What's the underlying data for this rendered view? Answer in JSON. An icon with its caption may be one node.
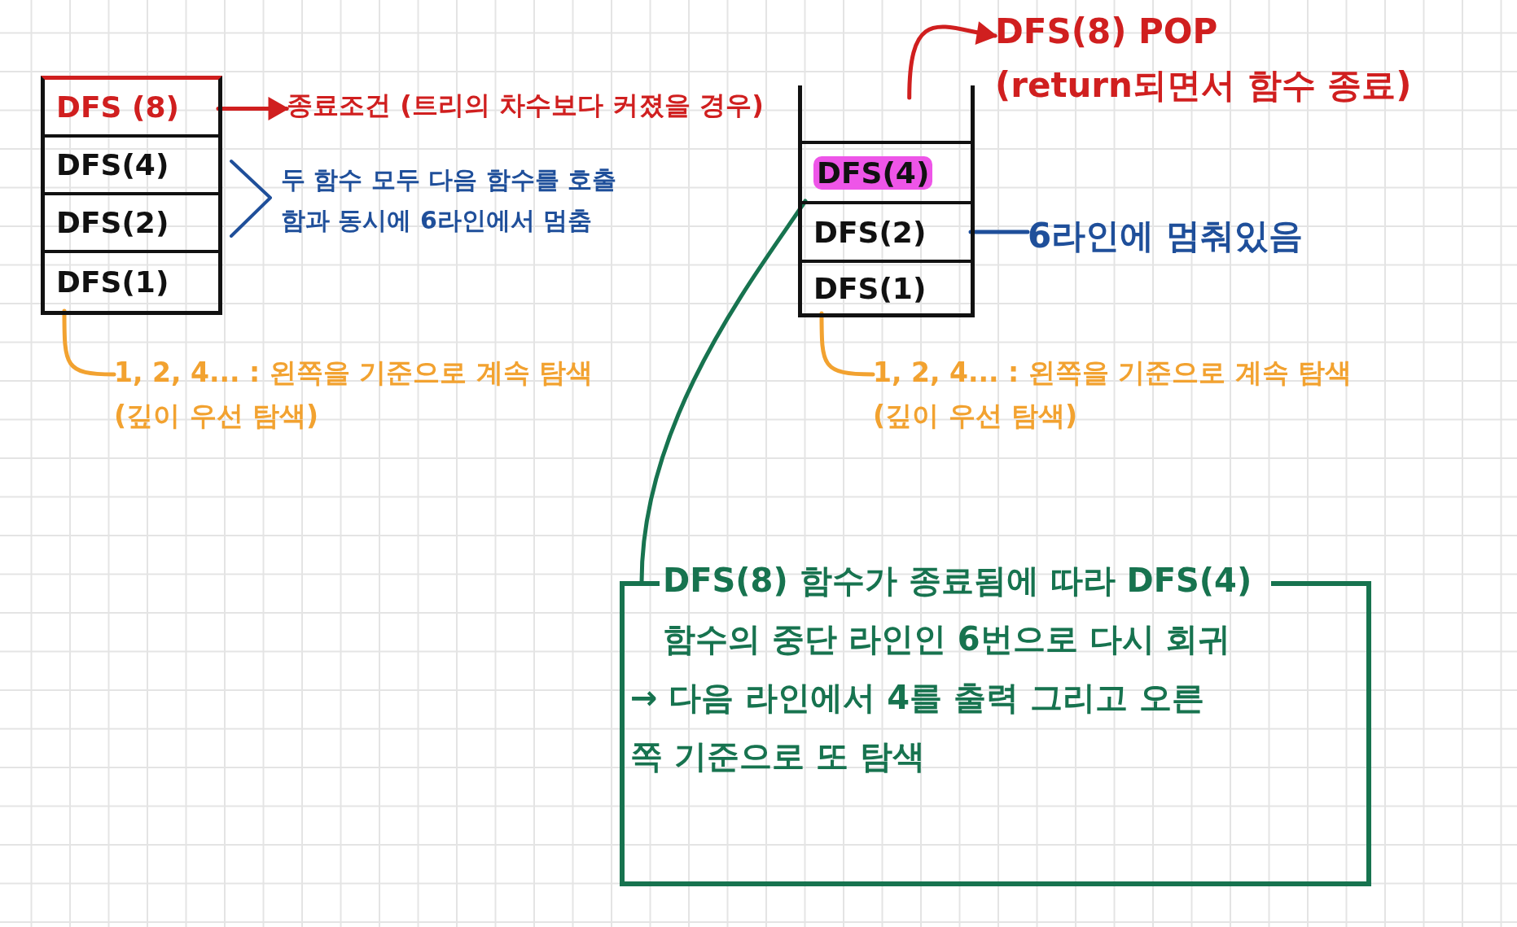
{
  "diagram": {
    "nodes": [
      {
        "text": [],
        "shape": "box"
      },
      {
        "text": [
          "DFS (8)"
        ],
        "in": 0
      },
      {
        "text": [
          "DFS(4)"
        ],
        "in": 0
      },
      {
        "text": [
          "DFS(2)"
        ],
        "in": 0
      },
      {
        "text": [
          "DFS(1)"
        ],
        "in": 0
      },
      {
        "text": [
          "종료조건 (트리의 차수보다 커졌을 경우)"
        ]
      },
      {
        "text": [
          "1, 2, 4... : 왼쪽을 기준으로 계속 탐색",
          "(깊이 우선 탐색)"
        ]
      },
      {
        "text": [
          "DFS(8) POP",
          "(return되면서 함수 종료)"
        ]
      },
      {
        "text": [],
        "shape": "box"
      },
      {
        "text": [
          "DFS(4)"
        ],
        "in": 8
      },
      {
        "text": [
          "DFS(2)"
        ],
        "in": 8
      },
      {
        "text": [
          "DFS(1)"
        ],
        "in": 8
      },
      {
        "text": [
          "6라인에 멈춰있음"
        ]
      },
      {
        "text": [
          "1, 2, 4... : 왼쪽을 기준으로 계속 탐색",
          "(깊이 우선 탐색)"
        ]
      },
      {
        "text": [
          "DFS(8) 함수가 종료됨에 따라 DFS(4) 함수의 중단 라인인 6번으로 다시 회귀",
          "→ 다음 라인에서 4를 출력 그리고 오른쪽 기준으로 또 탐색"
        ]
      }
    ],
    "edges": [
      {
        "from": 1,
        "to": 5,
        "arrow": "to",
        "color": "#d01f1f"
      },
      {
        "from": 6,
        "to": 4,
        "arrow": "none",
        "color": "#f2a230"
      },
      {
        "from": 8,
        "to": 7,
        "arrow": "to",
        "color": "#d01f1f"
      },
      {
        "from": 12,
        "to": 10,
        "arrow": "none",
        "color": "#1f4f9a"
      },
      {
        "from": 13,
        "to": 11,
        "arrow": "none",
        "color": "#f2a230"
      },
      {
        "from": 9,
        "to": 14,
        "arrow": "none",
        "color": "#17734f"
      }
    ],
    "labels": [
      "두 함수 모두 다음 함수를 호출함과 동시에 6라인에서 멈춤"
    ]
  }
}
